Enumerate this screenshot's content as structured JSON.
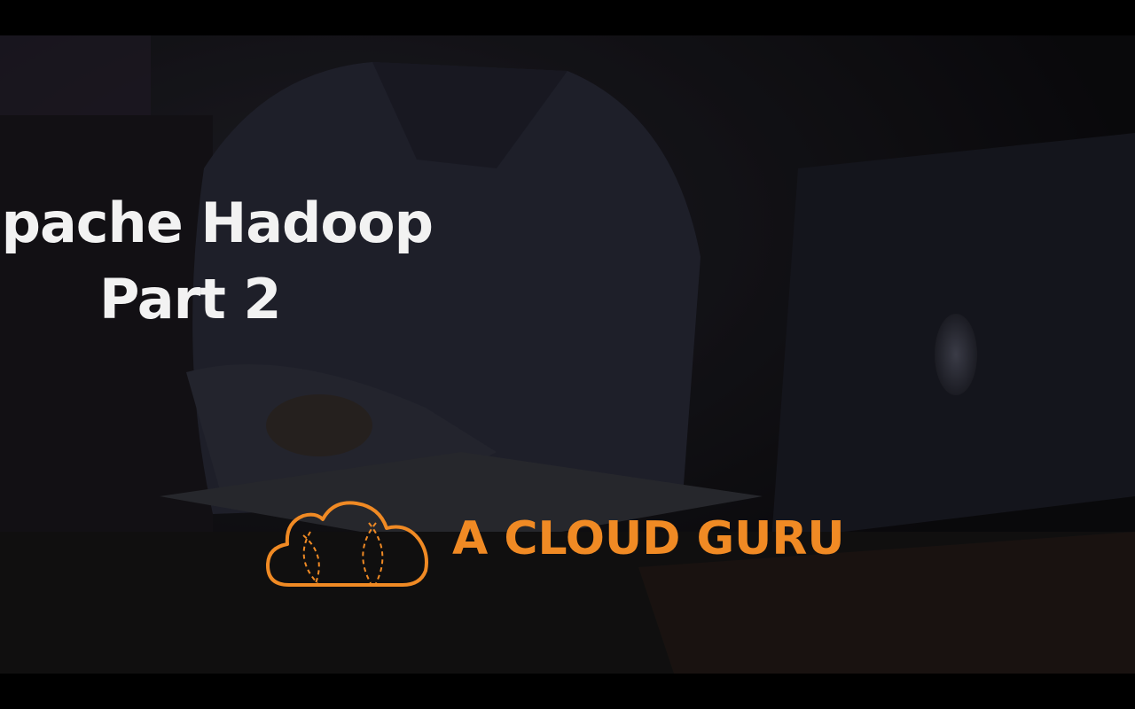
{
  "slide": {
    "title_line1": "pache Hadoop",
    "title_line2": "Part 2"
  },
  "brand": {
    "name": "A CLOUD GURU",
    "logo_icon": "cloud-logo-icon",
    "accent_color": "#f08a24"
  },
  "colors": {
    "background": "#000000",
    "title_text": "#f2f2f2"
  }
}
